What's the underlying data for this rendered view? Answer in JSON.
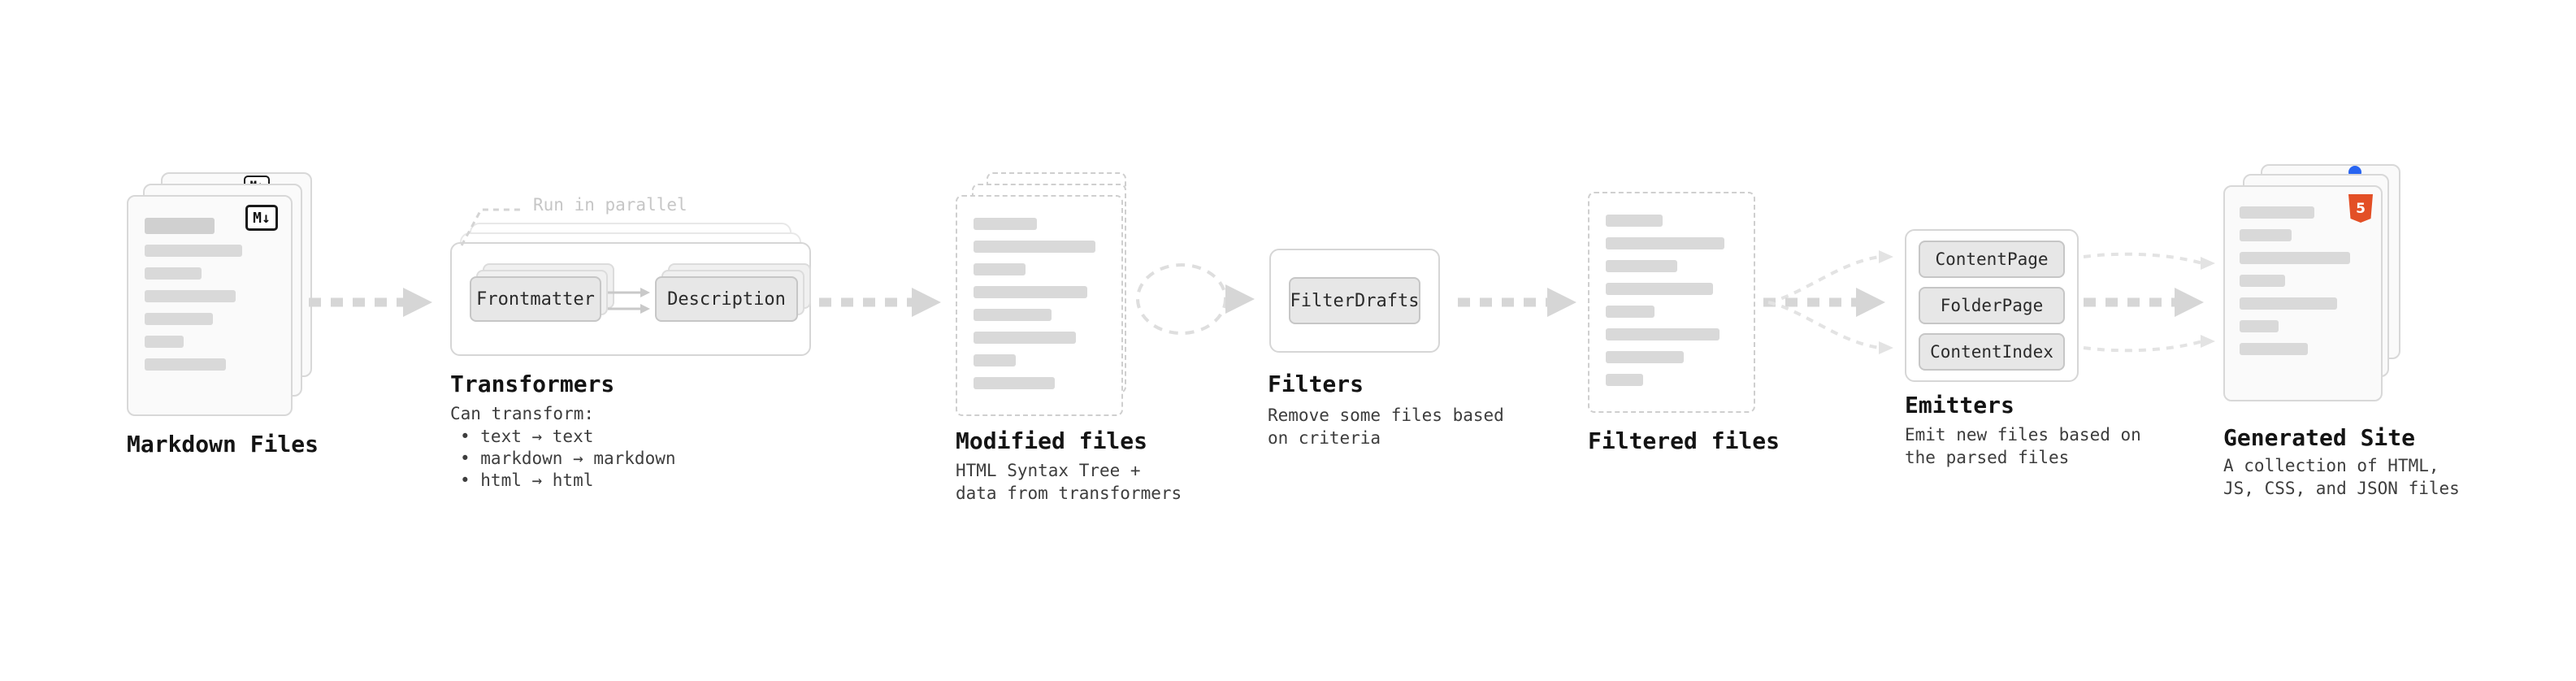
{
  "colors": {
    "arrow_gray": "#d6d6d6",
    "curve_gray": "#e3e3e3",
    "bar_gray": "#d9d9d9",
    "card_border": "#d8d8d8",
    "callout_gray": "#c6c6c6",
    "html5_orange": "#e34f26",
    "dot_blue": "#2965f1"
  },
  "nodes": {
    "markdown_files": {
      "label": "Markdown Files",
      "badge": "M↓"
    },
    "transformers": {
      "label": "Transformers",
      "callout": "Run in parallel",
      "buttons": [
        "Frontmatter",
        "Description"
      ],
      "can_transform": "Can transform:",
      "bullets": [
        "• text → text",
        "• markdown → markdown",
        "• html → html"
      ]
    },
    "modified_files": {
      "label": "Modified files",
      "description": "HTML Syntax Tree +\ndata from transformers"
    },
    "filters": {
      "label": "Filters",
      "buttons": [
        "FilterDrafts"
      ],
      "description": "Remove some files based\non criteria"
    },
    "filtered_files": {
      "label": "Filtered files"
    },
    "emitters": {
      "label": "Emitters",
      "buttons": [
        "ContentPage",
        "FolderPage",
        "ContentIndex"
      ],
      "description": "Emit new files based on\nthe parsed files"
    },
    "generated_site": {
      "label": "Generated Site",
      "description": "A collection of HTML,\nJS, CSS, and JSON files",
      "html5_badge": "5"
    }
  }
}
